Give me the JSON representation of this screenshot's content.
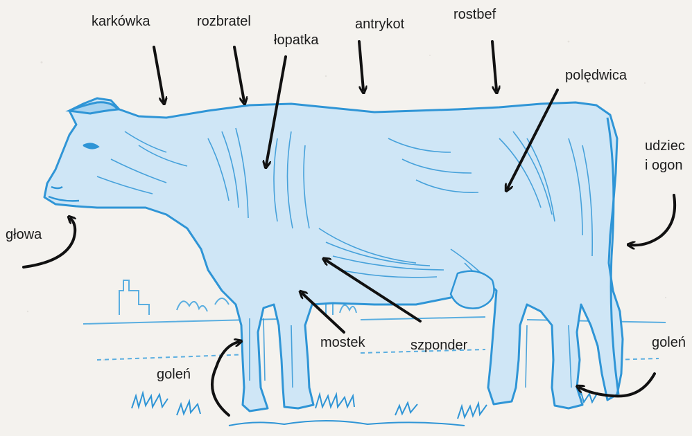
{
  "labels": {
    "karkowka": "karkówka",
    "rozbratel": "rozbratel",
    "lopatka": "łopatka",
    "antrykot": "antrykot",
    "rostbef": "rostbef",
    "poledwica": "polędwica",
    "udziec_line1": "udziec",
    "udziec_line2": "i ogon",
    "glowa": "głowa",
    "mostek": "mostek",
    "szponder": "szponder",
    "golen_front": "goleń",
    "golen_back": "goleń"
  },
  "colors": {
    "cow": "#2f95d6",
    "cow_light": "#7cc0ea",
    "arrow": "#111111",
    "background": "#f4f2ee",
    "scenery": "#5aaee0"
  }
}
